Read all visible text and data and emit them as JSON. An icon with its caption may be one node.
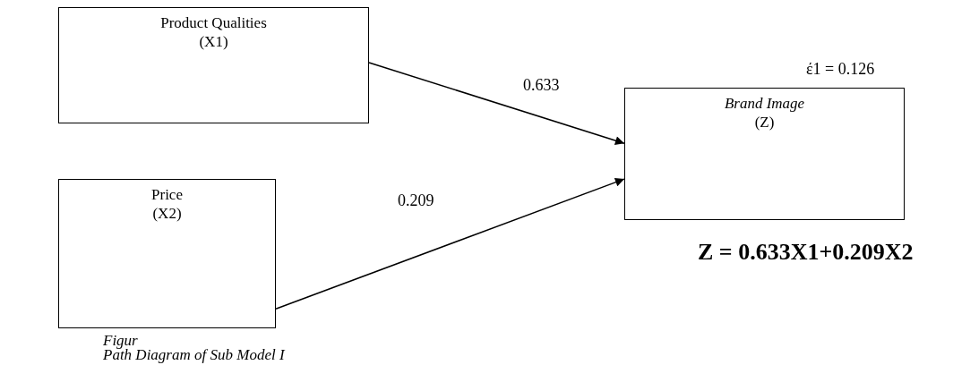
{
  "diagram": {
    "caption": "Path Diagram of Sub Model I",
    "nodes": [
      {
        "text": [
          "Product Qualities",
          "(X1)"
        ]
      },
      {
        "text": [
          "Brand Image",
          "(Z)"
        ]
      },
      {
        "text": [
          "Price",
          "(X2)"
        ]
      }
    ],
    "edges": [
      {
        "from": 0,
        "to": 1,
        "arrow": "to",
        "label": "0.633"
      },
      {
        "from": 2,
        "to": 1,
        "arrow": "to",
        "label": "0.209"
      }
    ],
    "labels": [
      "έ1 = 0.126",
      "Z = 0.633X1+0.209X2",
      "Figur"
    ]
  }
}
